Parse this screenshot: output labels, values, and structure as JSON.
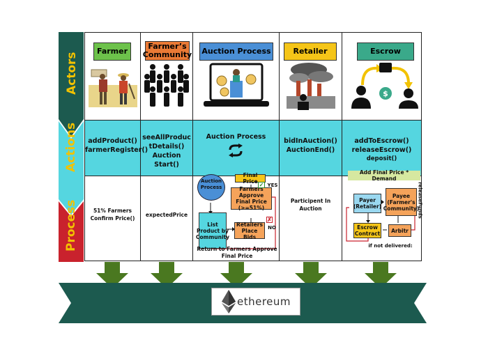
{
  "rows": {
    "actors": "Actors",
    "actions": "Actions",
    "process": "Process"
  },
  "colors": {
    "teal_dark": "#1c5a4f",
    "cyan": "#55d6e0",
    "crimson": "#c9222d",
    "gold": "#f2c200",
    "arrow_green": "#4a7820"
  },
  "actors": [
    {
      "label": "Farmer",
      "color": "#6dc24b"
    },
    {
      "label": "Farmer’s Community",
      "color": "#ea7a35"
    },
    {
      "label": "Auction Process",
      "color": "#4a8fd6"
    },
    {
      "label": "Retailer",
      "color": "#f5c518"
    },
    {
      "label": "Escrow",
      "color": "#3aa98a"
    }
  ],
  "actions": {
    "farmer": [
      "addProduct()",
      "farmerRegister()"
    ],
    "community": [
      "seeAllProduc",
      "tDetails()",
      "Auction Start()"
    ],
    "auction": "Auction Process",
    "retailer": [
      "bidInAuction()",
      "AuctionEnd()"
    ],
    "escrow": [
      "addToEscrow()",
      "releaseEscrow()",
      "deposit()"
    ]
  },
  "process": {
    "farmer": [
      "51% Farmers",
      "Confirm Price()"
    ],
    "community": "expectedPrice",
    "retailer": [
      "Participent In",
      "Auction"
    ],
    "auction_flow": {
      "auction_process": "Auction Process",
      "final_price": "Final Price",
      "farmers_approve": "Farmers Approve Final Price (>=51%)",
      "yes": "YES",
      "no": "NO",
      "list_product": "List Product by Community",
      "retailers_bids": "Retailers Place Bids",
      "return_note": "Return to Farmers Approve Final Price"
    },
    "escrow_flow": {
      "top_label": "Add Final Price * Demand",
      "payer": "Payer (Retailer)",
      "payee": "Payee (Farmer's Community)",
      "release": "releaseFunds",
      "escrow_contract": "Escrow Contract",
      "arbitr": "Arbitr",
      "if_not": "if not delivered:"
    }
  },
  "footer": {
    "logo_text": "ethereum"
  }
}
